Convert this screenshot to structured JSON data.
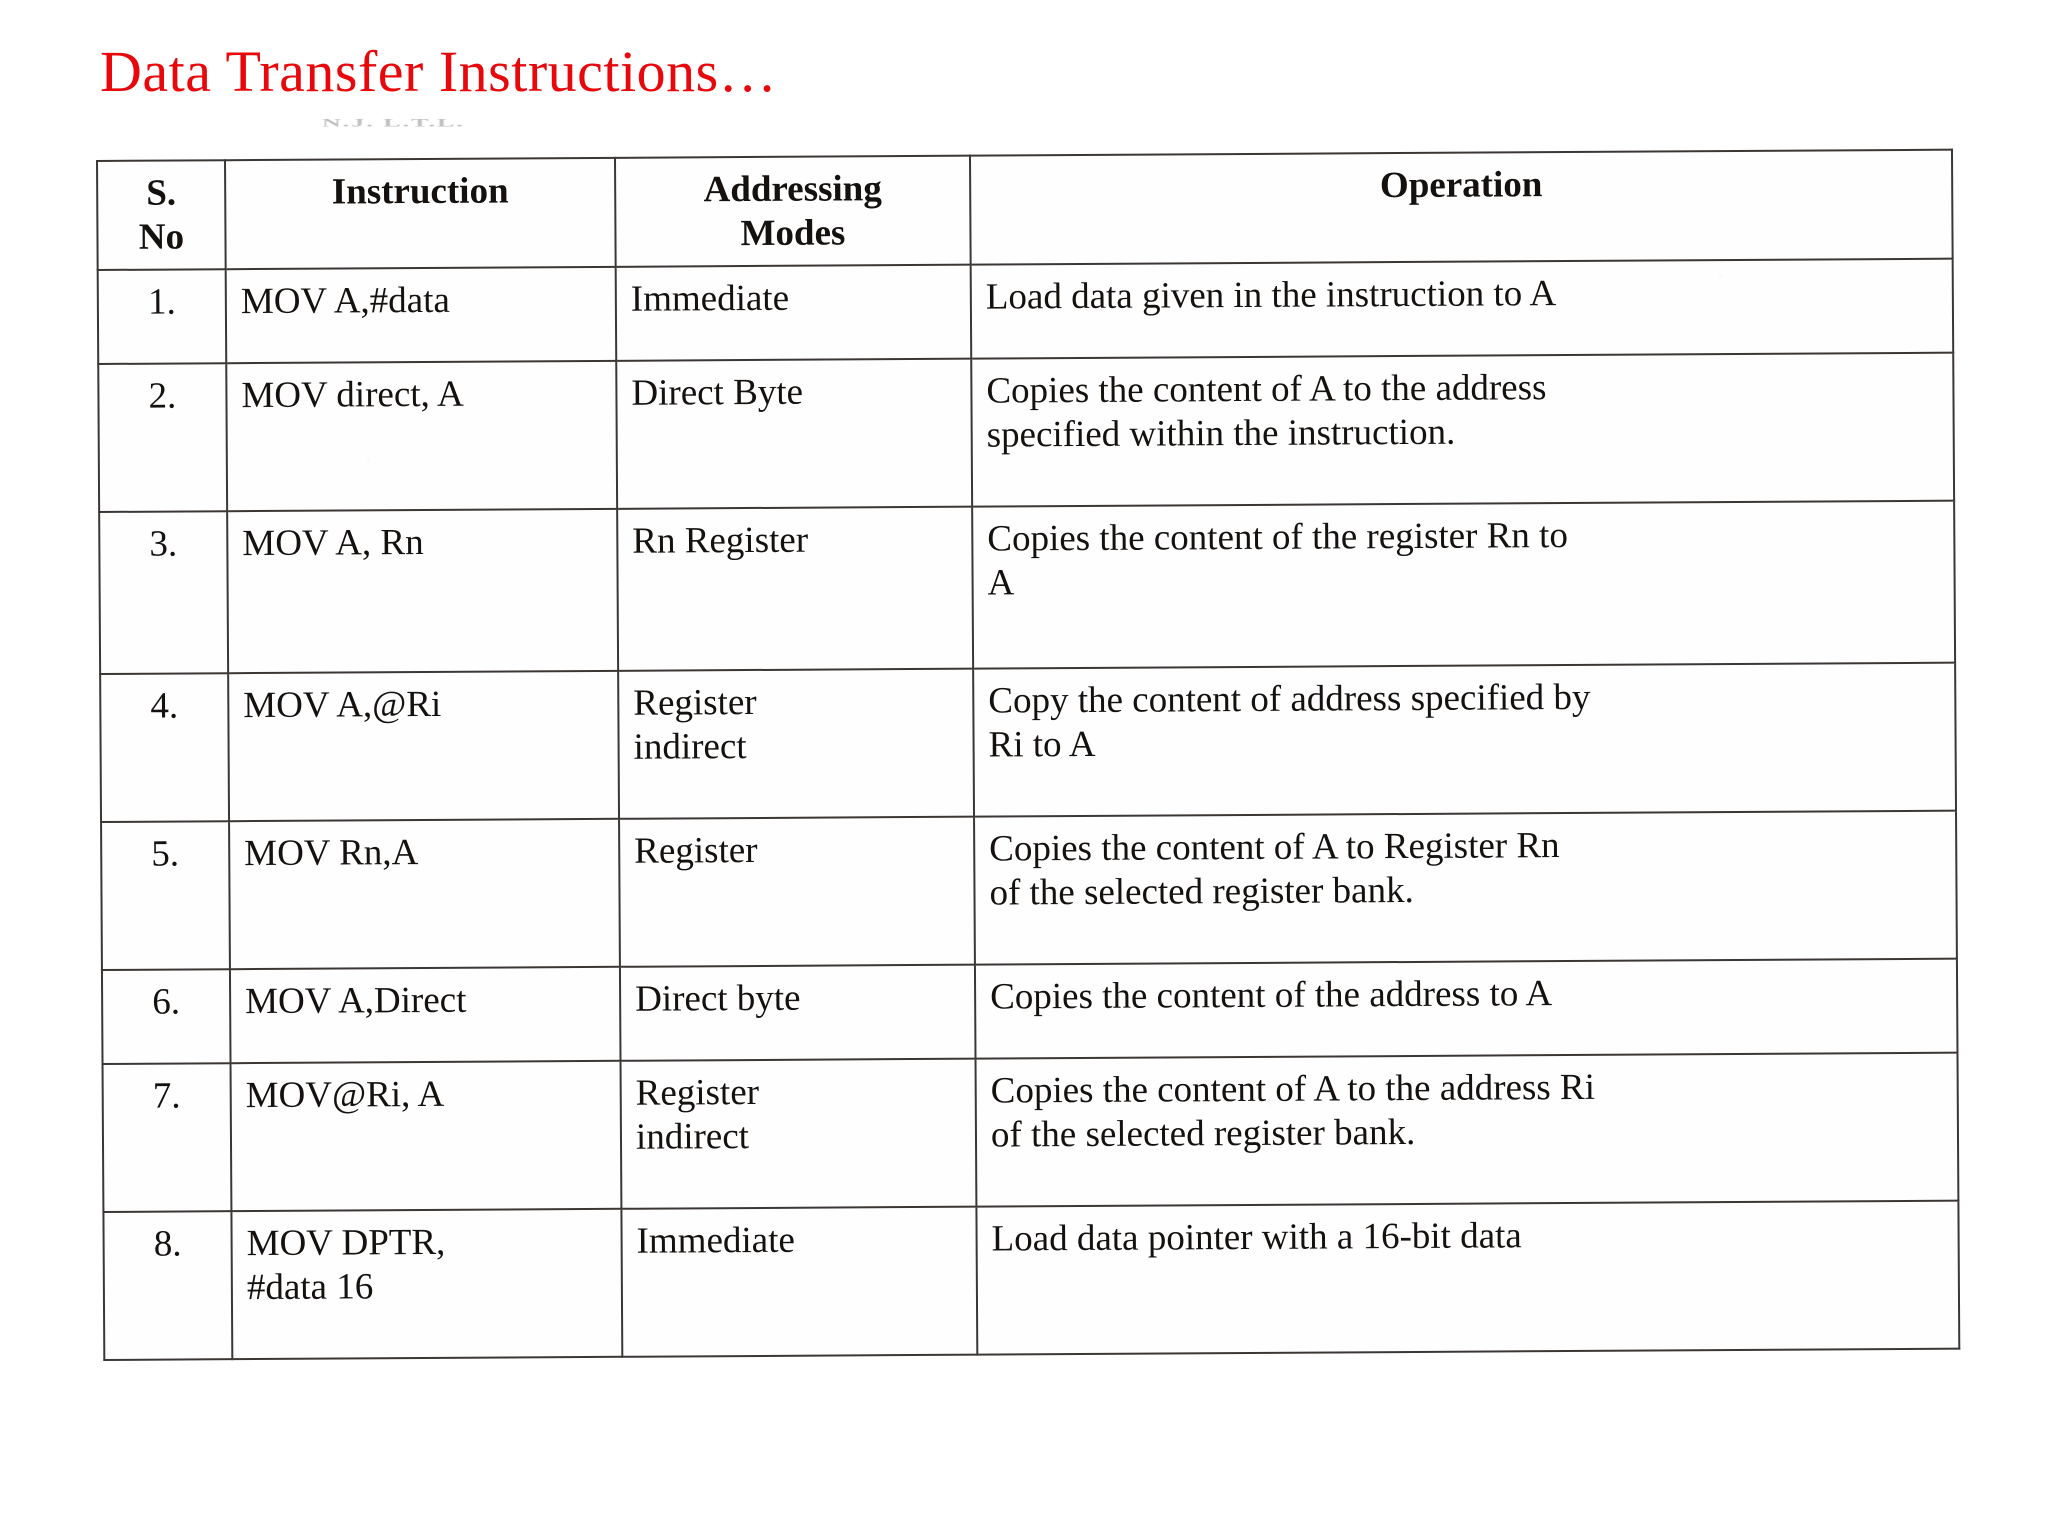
{
  "slide": {
    "title": "Data Transfer Instructions…",
    "title_color": "#e8080c",
    "scan_artifact_text": "N.J. L.T.L."
  },
  "table": {
    "headers": {
      "sno": "S.\nNo",
      "sno_line1": "S.",
      "sno_line2": "No",
      "instruction": "Instruction",
      "addressing_line1": "Addressing",
      "addressing_line2": "Modes",
      "operation": "Operation"
    },
    "rows": [
      {
        "sno": "1.",
        "instruction": "MOV A,#data",
        "instruction_line2": "",
        "mode_line1": "Immediate",
        "mode_line2": "",
        "operation_line1": "Load data given in the instruction to A",
        "operation_line2": ""
      },
      {
        "sno": "2.",
        "instruction": "MOV direct, A",
        "instruction_line2": "",
        "mode_line1": "Direct Byte",
        "mode_line2": "",
        "operation_line1": "Copies the content of A to the address",
        "operation_line2": "specified within the instruction."
      },
      {
        "sno": "3.",
        "instruction": "MOV A, Rn",
        "instruction_line2": "",
        "mode_line1": "Rn Register",
        "mode_line2": "",
        "operation_line1": "Copies the content of the register Rn to",
        "operation_line2": "A"
      },
      {
        "sno": "4.",
        "instruction": "MOV A,@Ri",
        "instruction_line2": "",
        "mode_line1": "Register",
        "mode_line2": "indirect",
        "operation_line1": "Copy the content of address specified by",
        "operation_line2": "Ri to A"
      },
      {
        "sno": "5.",
        "instruction": "MOV Rn,A",
        "instruction_line2": "",
        "mode_line1": "Register",
        "mode_line2": "",
        "operation_line1": "Copies the content of A to Register Rn",
        "operation_line2": "of the selected register bank."
      },
      {
        "sno": "6.",
        "instruction": "MOV A,Direct",
        "instruction_line2": "",
        "mode_line1": "Direct byte",
        "mode_line2": "",
        "operation_line1": "Copies the content of the address  to A",
        "operation_line2": ""
      },
      {
        "sno": "7.",
        "instruction": "MOV@Ri, A",
        "instruction_line2": "",
        "mode_line1": "Register",
        "mode_line2": "indirect",
        "operation_line1": "Copies the content of A to the address Ri",
        "operation_line2": "of the selected register bank."
      },
      {
        "sno": "8.",
        "instruction": "MOV DPTR,",
        "instruction_line2": "#data 16",
        "mode_line1": "Immediate",
        "mode_line2": "",
        "operation_line1": "Load data pointer with a 16-bit data",
        "operation_line2": ""
      }
    ]
  }
}
